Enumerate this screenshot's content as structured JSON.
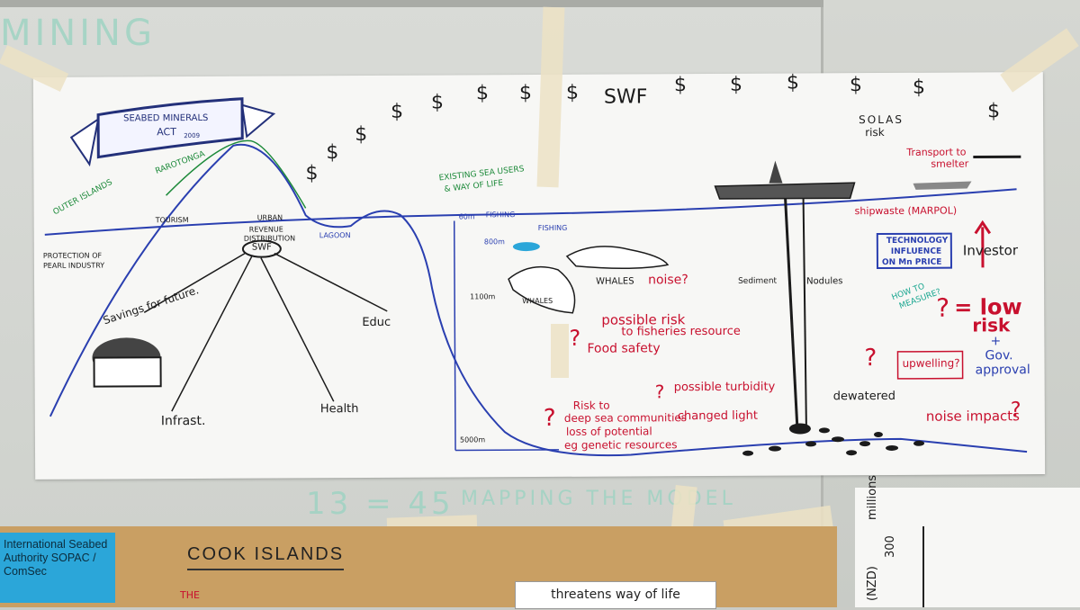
{
  "ghost_text": {
    "top_left": "MINING",
    "bottom_num": "13 = 45",
    "bottom_phrase": "MAPPING THE MODEL"
  },
  "banner": {
    "title": "SEABED MINERALS",
    "act": "ACT",
    "year": "2009"
  },
  "labels": {
    "rarotonga": "RAROTONGA",
    "outer_islands": "OUTER ISLANDS",
    "tourism": "TOURISM",
    "urban": "URBAN",
    "revenue": "REVENUE",
    "distribution": "DISTRIBUTION",
    "swf_node": "SWF",
    "lagoon": "LAGOON",
    "protection": "PROTECTION OF PEARL INDUSTRY",
    "savings": "Savings for future.",
    "educ": "Educ",
    "infrast": "Infrast.",
    "health": "Health",
    "existing": "EXISTING SEA USERS",
    "way_of_life": "& WAY OF LIFE",
    "fishing1": "FISHING",
    "fishing2": "FISHING",
    "d60": "60m",
    "d800": "800m",
    "d1100": "1100m",
    "d5000": "5000m",
    "whales_small": "WHALES",
    "whales_big": "WHALES",
    "noise": "noise?",
    "possible_risk": "possible risk",
    "fisheries": "to fisheries resource",
    "food_safety": "Food safety",
    "risk_to": "Risk to",
    "deep_sea": "deep sea communities",
    "loss": "loss of potential",
    "genetic": "eg genetic resources",
    "turbidity": "possible turbidity",
    "changed_light": "changed light",
    "sediment": "Sediment",
    "nodules": "Nodules",
    "dewatered": "dewatered",
    "noise_impacts": "noise impacts",
    "swf_top": "SWF",
    "solas": "SOLAS",
    "risk": "risk",
    "transport": "Transport to",
    "smelter": "smelter",
    "shipwaste": "shipwaste (MARPOL)",
    "technology": "TECHNOLOGY",
    "influence": "INFLUENCE",
    "on_mn_price": "ON Mn PRICE",
    "investor": "Investor",
    "how_to": "HOW TO",
    "measure": "MEASURE?",
    "low": "= low",
    "risk2": "risk",
    "plus": "+",
    "gov": "Gov.",
    "approval": "approval",
    "upwelling": "upwelling?",
    "qmark": "?"
  },
  "bottom": {
    "isa_card": "International Seabed Authority SOPAC / ComSec",
    "cook_islands": "COOK ISLANDS",
    "threatens": "threatens way of life",
    "the": "THE",
    "millions": "millions",
    "nzd": "(NZD)",
    "val300": "300"
  },
  "colors": {
    "blue_ink": "#2a3fb0",
    "red_ink": "#c8102e",
    "green_ink": "#1d8a3a",
    "black_ink": "#1b1b1b",
    "teal_ink": "#1aa690"
  }
}
